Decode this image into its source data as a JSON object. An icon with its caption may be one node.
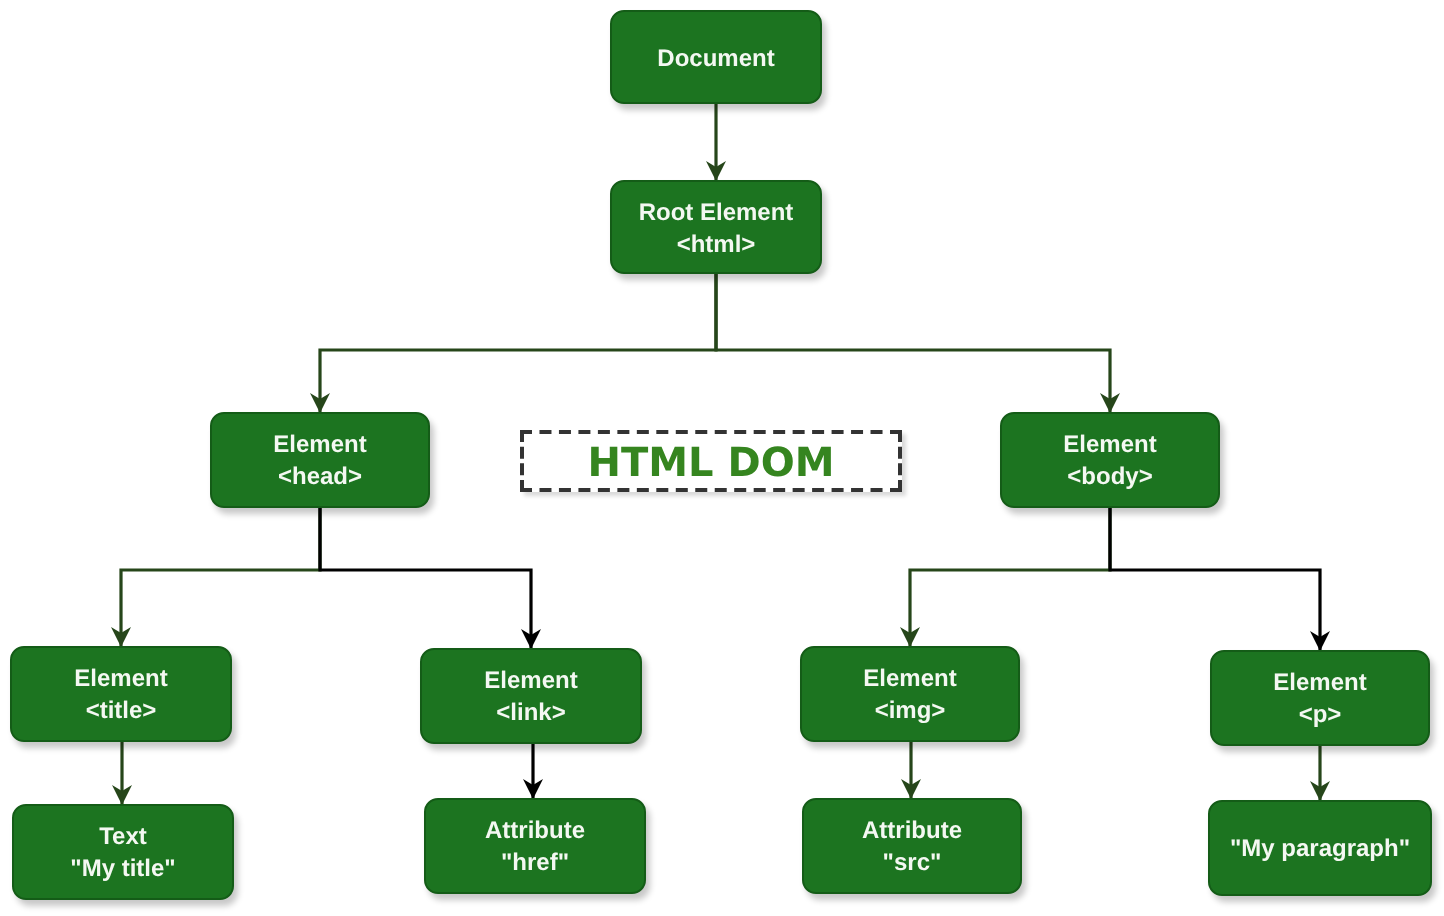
{
  "diagram": {
    "title": "HTML DOM",
    "nodes": [
      {
        "text": [
          "Document"
        ]
      },
      {
        "text": [
          "Root Element <html>"
        ]
      },
      {
        "text": [
          "Element <head>"
        ]
      },
      {
        "text": [
          "Element <body>"
        ]
      },
      {
        "text": [
          "Element <title>"
        ]
      },
      {
        "text": [
          "Element <link>"
        ]
      },
      {
        "text": [
          "Element <img>"
        ]
      },
      {
        "text": [
          "Element <p>"
        ]
      },
      {
        "text": [
          "Text \"My title\""
        ]
      },
      {
        "text": [
          "Attribute \"href\""
        ]
      },
      {
        "text": [
          "Attribute \"src\""
        ]
      },
      {
        "text": [
          "\"My paragraph\""
        ]
      }
    ],
    "edges": [
      {
        "from": 0,
        "to": 1,
        "arrow": "to"
      },
      {
        "from": 1,
        "to": 2,
        "arrow": "to"
      },
      {
        "from": 1,
        "to": 3,
        "arrow": "to"
      },
      {
        "from": 2,
        "to": 4,
        "arrow": "to"
      },
      {
        "from": 2,
        "to": 5,
        "arrow": "to",
        "color": "#000000"
      },
      {
        "from": 3,
        "to": 6,
        "arrow": "to"
      },
      {
        "from": 3,
        "to": 7,
        "arrow": "to",
        "color": "#000000"
      },
      {
        "from": 4,
        "to": 8,
        "arrow": "to"
      },
      {
        "from": 5,
        "to": 9,
        "arrow": "to",
        "color": "#000000"
      },
      {
        "from": 6,
        "to": 10,
        "arrow": "to"
      },
      {
        "from": 7,
        "to": 11,
        "arrow": "to"
      }
    ]
  }
}
